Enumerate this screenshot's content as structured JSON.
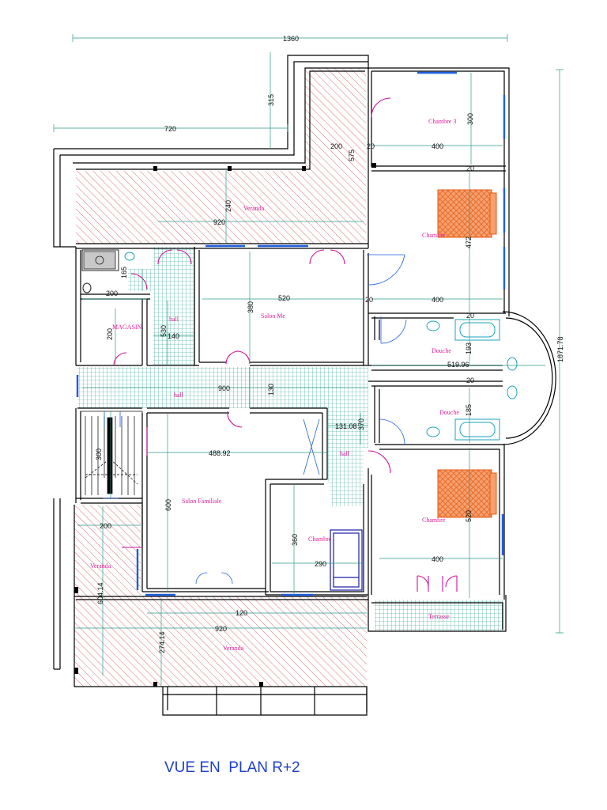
{
  "caption": "VUE EN  PLAN R+2",
  "rooms": {
    "chambre3": "Chambre 3",
    "chambre_top": "Chambre",
    "veranda_top": "Veranda",
    "salon_me": "Salon  Me",
    "magasin": "MAGASIN",
    "hall_small": "hall",
    "hall_main": "hall",
    "hall_right": "hall",
    "douche_top": "Douche",
    "douche_bottom": "Douche",
    "salon_familiale": "Salon Familiale",
    "chambre_mid": "Chambre",
    "chambre_bottom": "Chambre",
    "veranda_left": "Veranda",
    "terrasse": "Terrasse",
    "veranda_bottom": "Veranda"
  },
  "dimensions": {
    "overall_width": "1360",
    "overall_height": "1871.78",
    "left_width": "720",
    "veranda_step": "315",
    "d200_top": "200",
    "d575": "575",
    "d20_a": "20",
    "chambre3_w": "400",
    "chambre3_h": "300",
    "d240": "240",
    "d920_top": "920",
    "chambre_h": "472",
    "d20_b": "20",
    "d165": "165",
    "d200_wc": "200",
    "salon_w": "520",
    "salon_h": "380",
    "d20_c": "20",
    "chambre_w": "400",
    "d20_d": "20",
    "d530": "530",
    "d140": "140",
    "magasin_h": "200",
    "douche_h": "193",
    "douche_w": "519.96",
    "d20_e": "20",
    "hall_w": "900",
    "hall_h": "130",
    "d185": "185",
    "d131": "131.08",
    "d370": "370",
    "stair_h": "300",
    "familiale_w": "488.92",
    "familiale_h": "600",
    "d200_left": "200",
    "d520": "520",
    "chambre_mid_h": "360",
    "chambre_mid_w": "290",
    "chambre_bottom_w": "400",
    "veranda_left_h": "604.14",
    "d120": "120",
    "veranda_bottom_w": "920",
    "veranda_bottom_h": "274.14"
  },
  "colors": {
    "wall": "#000000",
    "hatch": "#d84848",
    "tile": "#1e9c8c",
    "dimension_line": "#2a9a8a",
    "window": "#1e5fe0",
    "door": "#d2129a",
    "bed": "#f07830",
    "fixture": "#1aa6b8",
    "caption": "#1e3fd0"
  }
}
